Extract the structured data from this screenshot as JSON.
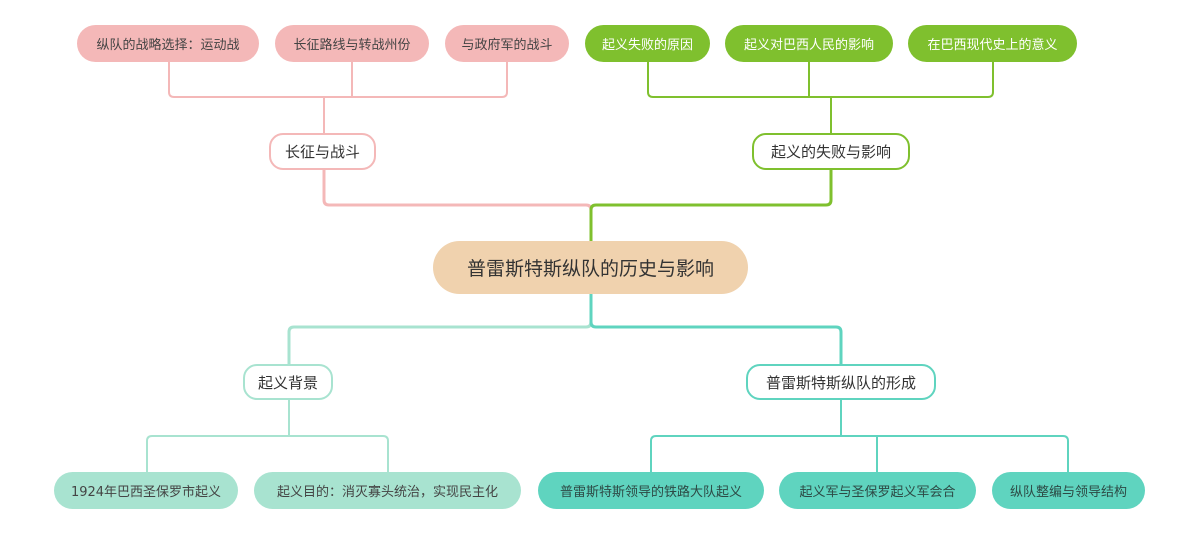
{
  "root": {
    "label": "普雷斯特斯纵队的历史与影响",
    "color": "#f0d2ae"
  },
  "branches": [
    {
      "label": "长征与战斗",
      "color": "#f4b8b8",
      "leaves": [
        "纵队的战略选择：运动战",
        "长征路线与转战州份",
        "与政府军的战斗"
      ]
    },
    {
      "label": "起义的失败与影响",
      "color": "#7fc02e",
      "leaves": [
        "起义失败的原因",
        "起义对巴西人民的影响",
        "在巴西现代史上的意义"
      ]
    },
    {
      "label": "起义背景",
      "color": "#a8e3d0",
      "leaves": [
        "1924年巴西圣保罗市起义",
        "起义目的：消灭寡头统治，实现民主化"
      ]
    },
    {
      "label": "普雷斯特斯纵队的形成",
      "color": "#5fd4bf",
      "leaves": [
        "普雷斯特斯领导的铁路大队起义",
        "起义军与圣保罗起义军会合",
        "纵队整编与领导结构"
      ]
    }
  ]
}
